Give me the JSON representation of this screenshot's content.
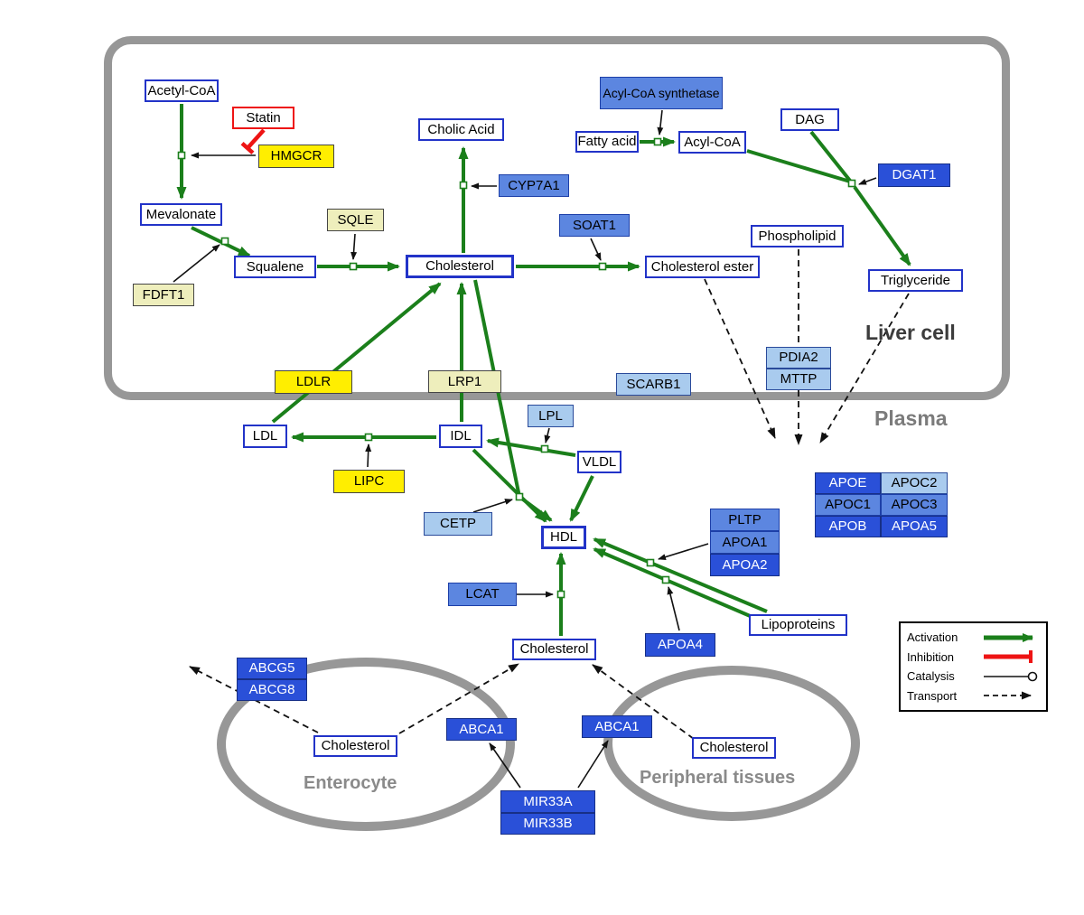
{
  "compartments": {
    "liver": "Liver cell",
    "plasma": "Plasma",
    "enterocyte": "Enterocyte",
    "peripheral": "Peripheral tissues"
  },
  "nodes": {
    "acetyl_coa": "Acetyl-CoA",
    "statin": "Statin",
    "hmgcr": "HMGCR",
    "mevalonate": "Mevalonate",
    "fdft1": "FDFT1",
    "squalene": "Squalene",
    "sqle": "SQLE",
    "cholesterol_liver": "Cholesterol",
    "cholic_acid": "Cholic Acid",
    "cyp7a1": "CYP7A1",
    "soat1": "SOAT1",
    "cholesterol_ester": "Cholesterol ester",
    "fatty_acid": "Fatty acid",
    "acyl_coa": "Acyl-CoA",
    "acyl_coa_synthetase": "Acyl-CoA synthetase",
    "dag": "DAG",
    "dgat1": "DGAT1",
    "phospholipid": "Phospholipid",
    "triglyceride": "Triglyceride",
    "pdia2": "PDIA2",
    "mttp": "MTTP",
    "ldlr": "LDLR",
    "lrp1": "LRP1",
    "scarb1": "SCARB1",
    "ldl": "LDL",
    "idl": "IDL",
    "vldl": "VLDL",
    "lpl": "LPL",
    "lipc": "LIPC",
    "cetp": "CETP",
    "hdl": "HDL",
    "lcat": "LCAT",
    "pltp": "PLTP",
    "apoa1": "APOA1",
    "apoa2": "APOA2",
    "apoa4": "APOA4",
    "apoe": "APOE",
    "apoc2": "APOC2",
    "apoc1": "APOC1",
    "apoc3": "APOC3",
    "apob": "APOB",
    "apoa5": "APOA5",
    "lipoproteins": "Lipoproteins",
    "cholesterol_plasma": "Cholesterol",
    "abcg5": "ABCG5",
    "abcg8": "ABCG8",
    "cholesterol_enterocyte": "Cholesterol",
    "abca1_enterocyte": "ABCA1",
    "abca1_peripheral": "ABCA1",
    "cholesterol_peripheral": "Cholesterol",
    "mir33a": "MIR33A",
    "mir33b": "MIR33B"
  },
  "legend": {
    "activation": "Activation",
    "inhibition": "Inhibition",
    "catalysis": "Catalysis",
    "transport": "Transport"
  },
  "colors": {
    "activation_green": "#1b7f1b",
    "inhibition_red": "#ee1414",
    "gene_dark_blue": "#2a50d8",
    "gene_medium_blue": "#5c86e0",
    "gene_light_blue": "#a9cbee",
    "gene_yellow": "#ffee00",
    "gene_pale_yellow": "#eeeebc",
    "membrane_gray": "#979797"
  }
}
